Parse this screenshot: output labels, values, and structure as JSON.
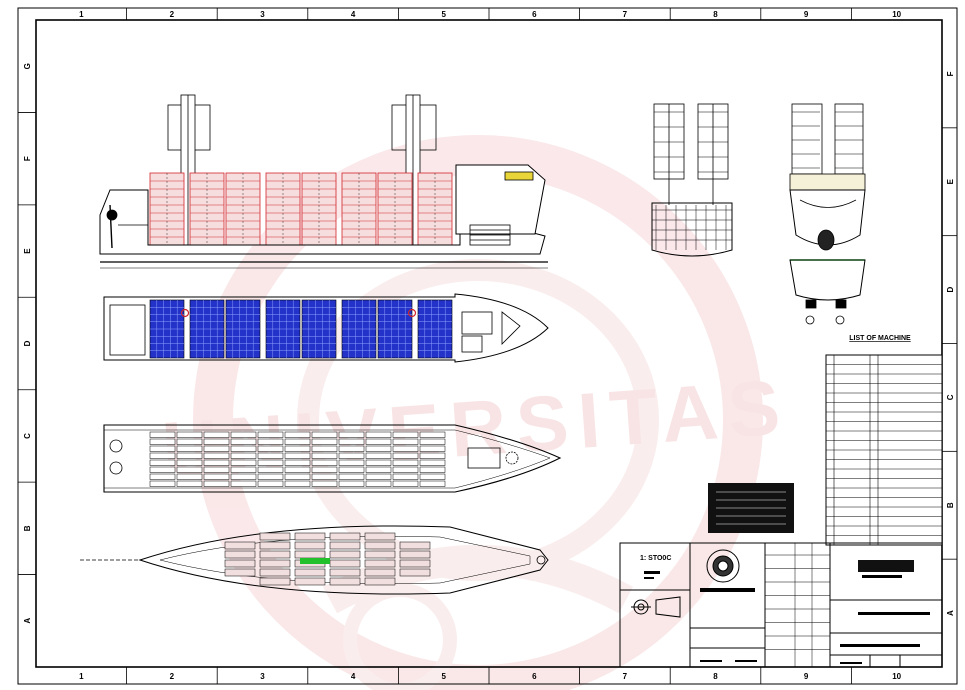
{
  "grid": {
    "top": [
      "1",
      "2",
      "3",
      "4",
      "5",
      "6",
      "7",
      "8",
      "9",
      "10"
    ],
    "bottom": [
      "1",
      "2",
      "3",
      "4",
      "5",
      "6",
      "7",
      "8",
      "9",
      "10"
    ],
    "left": [
      "G",
      "F",
      "E",
      "D",
      "C",
      "B",
      "A"
    ],
    "right": [
      "F",
      "E",
      "D",
      "C",
      "B",
      "A"
    ]
  },
  "list_of_machine": {
    "title": "LIST OF MACHINE",
    "rows": [
      {
        "no": "",
        "name": "",
        "qty": "",
        "spec": ""
      },
      {
        "no": "",
        "name": "",
        "qty": "",
        "spec": ""
      },
      {
        "no": "",
        "name": "",
        "qty": "",
        "spec": ""
      },
      {
        "no": "",
        "name": "",
        "qty": "",
        "spec": ""
      },
      {
        "no": "",
        "name": "",
        "qty": "",
        "spec": ""
      },
      {
        "no": "",
        "name": "",
        "qty": "",
        "spec": ""
      },
      {
        "no": "",
        "name": "",
        "qty": "",
        "spec": ""
      },
      {
        "no": "",
        "name": "",
        "qty": "",
        "spec": ""
      },
      {
        "no": "",
        "name": "",
        "qty": "",
        "spec": ""
      },
      {
        "no": "",
        "name": "",
        "qty": "",
        "spec": ""
      },
      {
        "no": "",
        "name": "",
        "qty": "",
        "spec": ""
      },
      {
        "no": "",
        "name": "",
        "qty": "",
        "spec": ""
      },
      {
        "no": "",
        "name": "",
        "qty": "",
        "spec": ""
      },
      {
        "no": "",
        "name": "",
        "qty": "",
        "spec": ""
      },
      {
        "no": "",
        "name": "",
        "qty": "",
        "spec": ""
      },
      {
        "no": "",
        "name": "",
        "qty": "",
        "spec": ""
      },
      {
        "no": "",
        "name": "",
        "qty": "",
        "spec": ""
      },
      {
        "no": "",
        "name": "",
        "qty": "",
        "spec": ""
      },
      {
        "no": "",
        "name": "",
        "qty": "",
        "spec": ""
      },
      {
        "no": "",
        "name": "",
        "qty": "",
        "spec": ""
      }
    ]
  },
  "title_block": {
    "left_caption": "1: STO0C",
    "logo": "university-seal"
  },
  "watermark": {
    "text": "UNIVERSITAS",
    "color": "#f3c9cc"
  },
  "colors": {
    "frame": "#000000",
    "container_blue": "#2332c8",
    "container_red": "#d0262c",
    "container_fill_red": "#f7dede",
    "highlight_green": "#22c02a",
    "highlight_yellow": "#e8d53a"
  }
}
